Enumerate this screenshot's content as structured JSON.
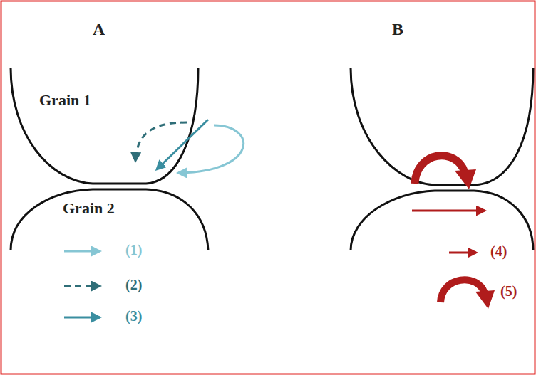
{
  "diagram": {
    "nodes": [
      {
        "text": [
          "Grain 1"
        ]
      },
      {
        "text": [
          "Grain 2"
        ]
      }
    ],
    "labels": [
      "A",
      "B"
    ],
    "legend": [
      {
        "text": "(1)"
      },
      {
        "text": "(2)"
      },
      {
        "text": "(3)"
      },
      {
        "text": "(4)"
      },
      {
        "text": "(5)"
      }
    ]
  }
}
